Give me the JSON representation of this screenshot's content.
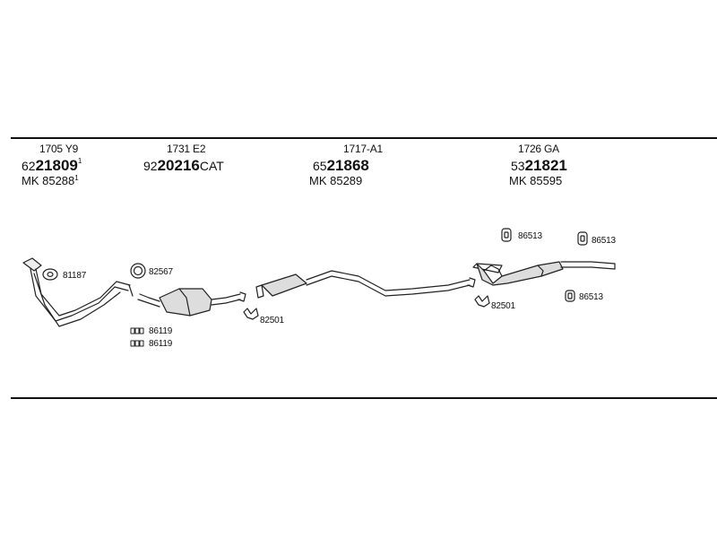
{
  "groups": [
    {
      "ref": "1705 Y9",
      "prefix": "62",
      "code": "21809",
      "sup": "1",
      "mk": "MK 85288",
      "mk_sup": "1"
    },
    {
      "ref": "1731 E2",
      "prefix": "92",
      "code": "20216",
      "suffix": "CAT"
    },
    {
      "ref": "1717-A1",
      "prefix": "65",
      "code": "21868",
      "mk": "MK 85289"
    },
    {
      "ref": "1726 GA",
      "prefix": "53",
      "code": "21821",
      "mk": "MK 85595"
    }
  ],
  "parts": {
    "gasket_1": "81187",
    "ring_1": "82567",
    "clamp_1": "86119",
    "clamp_2": "86119",
    "bracket_1": "82501",
    "bracket_2": "82501",
    "rubber_1": "86513",
    "rubber_2": "86513",
    "rubber_3": "86513"
  }
}
